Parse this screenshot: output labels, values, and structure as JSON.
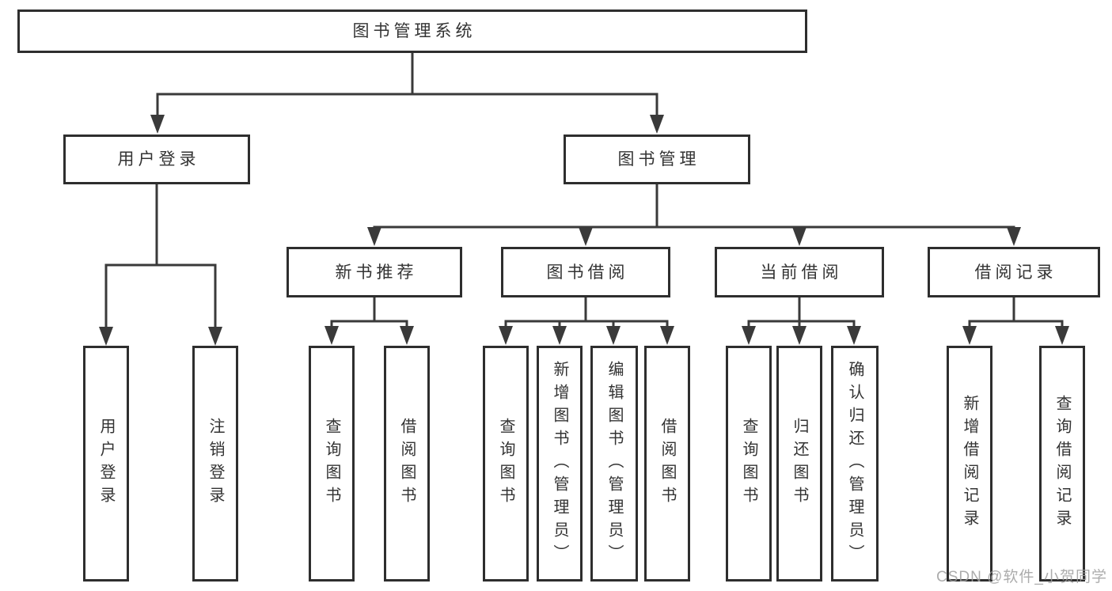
{
  "diagram": {
    "type": "tree",
    "title": "图书管理系统",
    "hierarchy": {
      "label": "图书管理系统",
      "children": [
        {
          "label": "用户登录",
          "children": [
            {
              "label": "用户登录"
            },
            {
              "label": "注销登录"
            }
          ]
        },
        {
          "label": "图书管理",
          "children": [
            {
              "label": "新书推荐",
              "children": [
                {
                  "label": "查询图书"
                },
                {
                  "label": "借阅图书"
                }
              ]
            },
            {
              "label": "图书借阅",
              "children": [
                {
                  "label": "查询图书"
                },
                {
                  "label": "新增图书（管理员）"
                },
                {
                  "label": "编辑图书（管理员）"
                },
                {
                  "label": "借阅图书"
                }
              ]
            },
            {
              "label": "当前借阅",
              "children": [
                {
                  "label": "查询图书"
                },
                {
                  "label": "归还图书"
                },
                {
                  "label": "确认归还（管理员）"
                }
              ]
            },
            {
              "label": "借阅记录",
              "children": [
                {
                  "label": "新增借阅记录"
                },
                {
                  "label": "查询借阅记录"
                }
              ]
            }
          ]
        }
      ]
    },
    "colors": {
      "line": "#3a3a3a",
      "box_border": "#2e2e2e",
      "text": "#333333",
      "background": "#ffffff",
      "watermark": "#9e9e9e"
    }
  },
  "watermark": "CSDN @软件_小贺同学"
}
